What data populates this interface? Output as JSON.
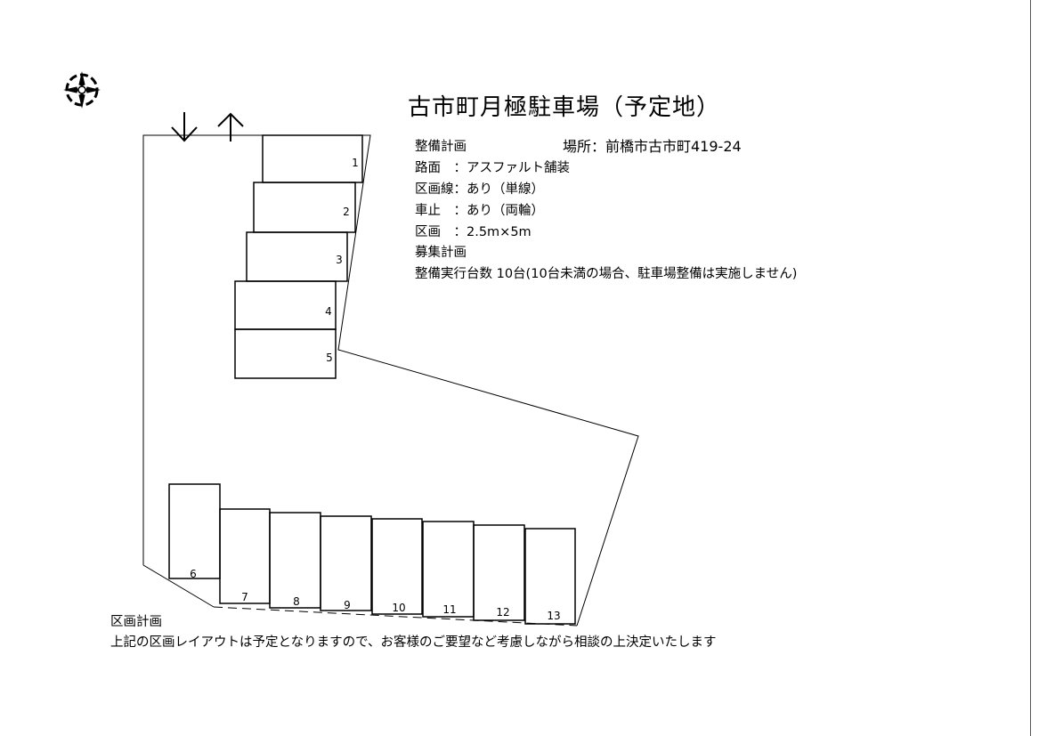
{
  "title": "古市町月極駐車場（予定地）",
  "address": "場所：前橋市古市町419-24",
  "specs": [
    "整備計画",
    "路面　：アスファルト舗装",
    "区画線：あり（単線）",
    "車止　：あり（両輪）",
    "区画　：2.5m×5m",
    "募集計画",
    "整備実行台数  10台(10台未満の場合、駐車場整備は実施しません)"
  ],
  "stalls": [
    "1",
    "2",
    "3",
    "4",
    "5",
    "6",
    "7",
    "8",
    "9",
    "10",
    "11",
    "12",
    "13"
  ],
  "notes": {
    "heading": "区画計画",
    "text": "上記の区画レイアウトは予定となりますので、お客様のご要望など考慮しながら相談の上決定いたします"
  }
}
